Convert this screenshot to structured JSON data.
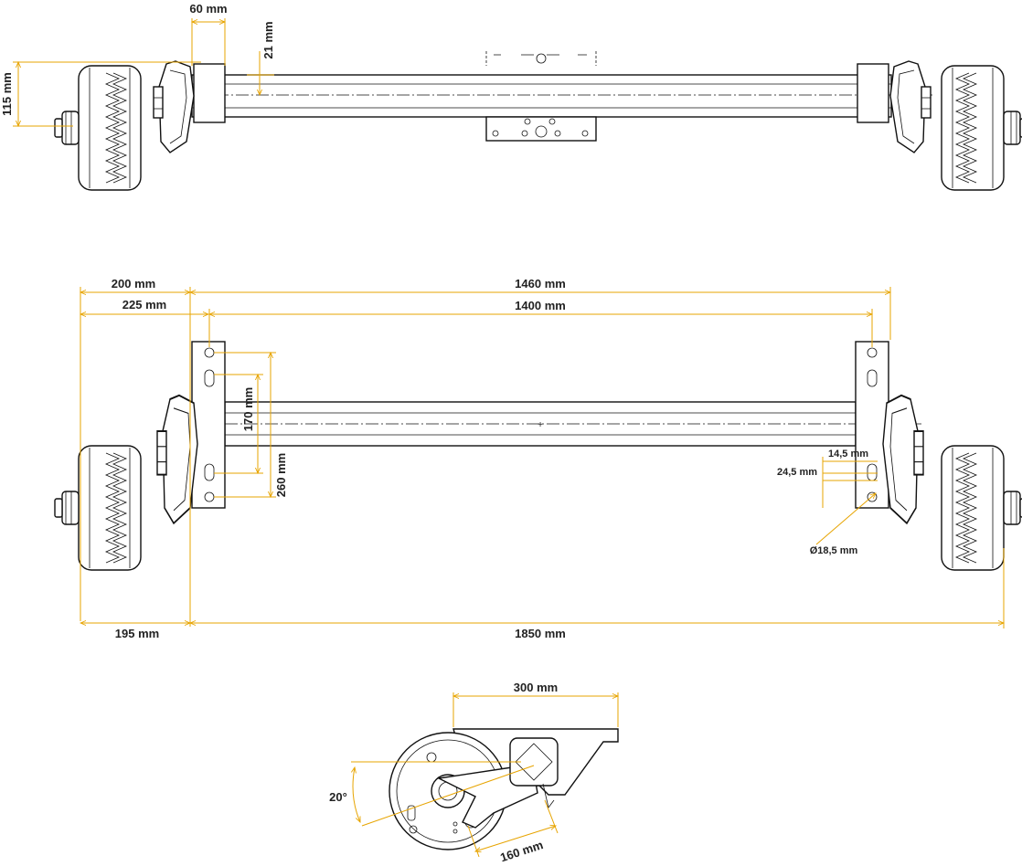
{
  "colors": {
    "dimension": "#e7a400",
    "outline": "#111111",
    "background": "#ffffff"
  },
  "top_view": {
    "dim_60": "60 mm",
    "dim_21": "21 mm",
    "dim_115": "115 mm"
  },
  "front_view": {
    "dim_200": "200 mm",
    "dim_1460": "1460 mm",
    "dim_225": "225 mm",
    "dim_1400": "1400 mm",
    "dim_170": "170 mm",
    "dim_260": "260 mm",
    "dim_14_5": "14,5 mm",
    "dim_24_5": "24,5 mm",
    "dim_18_5": "Ø18,5 mm",
    "dim_195": "195 mm",
    "dim_1850": "1850 mm"
  },
  "side_view": {
    "dim_300": "300 mm",
    "dim_20": "20°",
    "dim_160": "160 mm"
  }
}
